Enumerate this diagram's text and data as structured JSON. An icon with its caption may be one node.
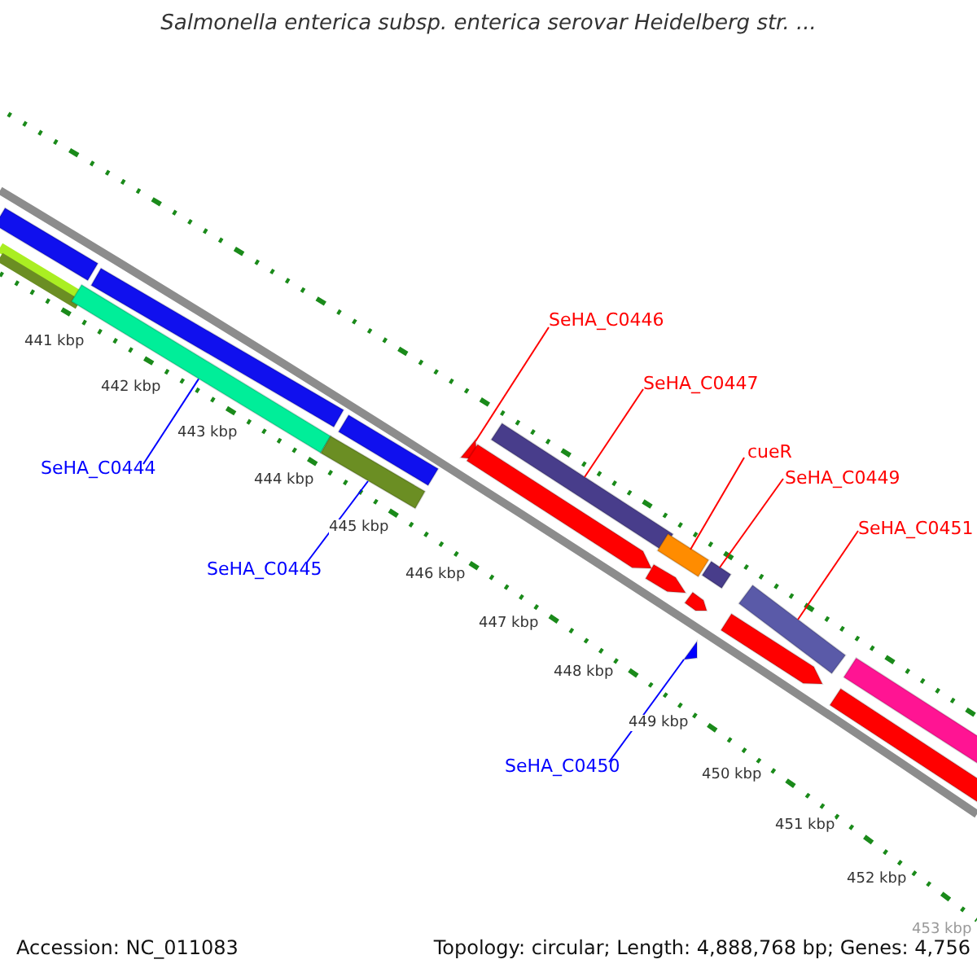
{
  "diagram": {
    "title": "Salmonella enterica subsp. enterica serovar Heidelberg str. ...",
    "nodes": [
      {
        "text": [
          "SeHA_C0446"
        ]
      },
      {
        "text": [
          "SeHA_C0447"
        ]
      },
      {
        "text": [
          "SeHA_C0444"
        ]
      },
      {
        "text": [
          "cueR"
        ]
      },
      {
        "text": [
          "SeHA_C0449"
        ]
      },
      {
        "text": [
          "SeHA_C0451"
        ]
      },
      {
        "text": [
          "SeHA_C0445"
        ]
      },
      {
        "text": [
          "SeHA_C0450"
        ]
      },
      {
        "text": [],
        "shape": "bar"
      },
      {
        "text": [],
        "shape": "bar"
      },
      {
        "text": [],
        "shape": "bar"
      },
      {
        "text": [],
        "shape": "bar"
      },
      {
        "text": [],
        "shape": "bar"
      },
      {
        "text": [],
        "shape": "bar"
      },
      {
        "text": [],
        "shape": "triangle"
      },
      {
        "text": [],
        "shape": "bar"
      },
      {
        "text": [],
        "shape": "bar"
      },
      {
        "text": [],
        "shape": "bar"
      },
      {
        "text": [],
        "shape": "bar"
      },
      {
        "text": [],
        "shape": "triangle"
      },
      {
        "text": [],
        "shape": "bar"
      },
      {
        "text": [],
        "shape": "bar"
      },
      {
        "text": [],
        "shape": "bar"
      },
      {
        "text": [],
        "shape": "bar"
      },
      {
        "text": [],
        "shape": "bar"
      },
      {
        "text": [],
        "shape": "bar"
      }
    ],
    "edges": [
      {
        "from": 0,
        "to": 14,
        "arrow": "none"
      },
      {
        "from": 1,
        "to": 16,
        "arrow": "none"
      },
      {
        "from": 2,
        "to": 10,
        "arrow": "none",
        "color": "#0000ff"
      },
      {
        "from": 3,
        "to": 18,
        "arrow": "none"
      },
      {
        "from": 4,
        "to": 21,
        "arrow": "none"
      },
      {
        "from": 5,
        "to": 23,
        "arrow": "none"
      },
      {
        "from": 6,
        "to": 12,
        "arrow": "none",
        "color": "#0000ff"
      },
      {
        "from": 7,
        "to": 19,
        "arrow": "none",
        "color": "#0000ff"
      }
    ],
    "labels": [
      "441 kbp",
      "442 kbp",
      "443 kbp",
      "444 kbp",
      "445 kbp",
      "446 kbp",
      "447 kbp",
      "448 kbp",
      "449 kbp",
      "450 kbp",
      "451 kbp",
      "452 kbp",
      "453 kbp",
      "Accession: NC_011083",
      "Topology: circular; Length: 4,888,768 bp; Genes: 4,756"
    ]
  }
}
